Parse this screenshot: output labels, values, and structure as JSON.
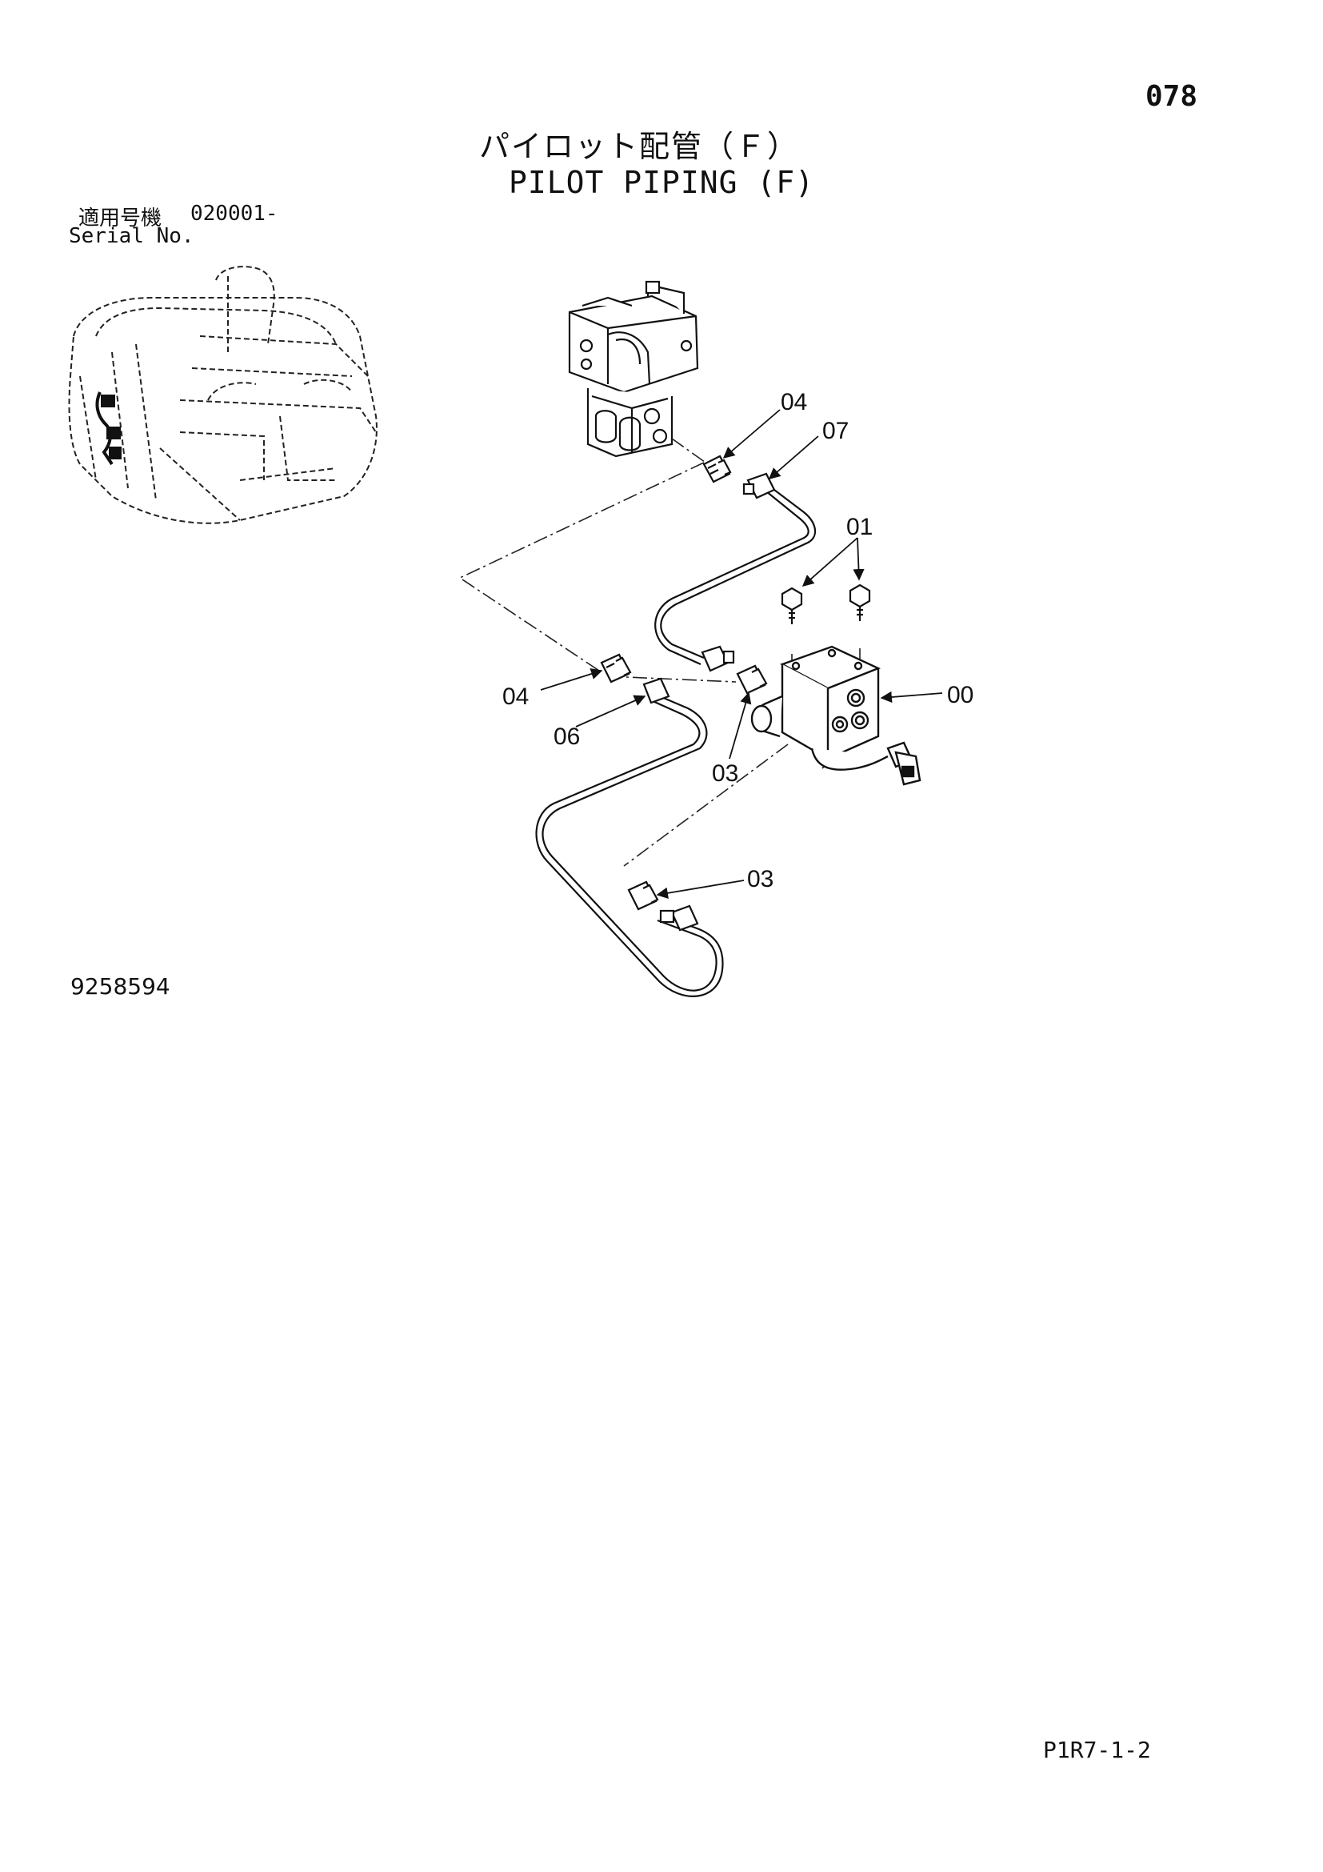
{
  "page": {
    "number": "078",
    "ref": "P1R7-1-2"
  },
  "title": {
    "ja": "パイロット配管（Ｆ）",
    "en": "PILOT PIPING (F)"
  },
  "serial": {
    "label_ja": "適用号機",
    "value": "020001-",
    "label_en": "Serial No."
  },
  "drawing_number": "9258594",
  "callouts": {
    "c04_top": "04",
    "c07": "07",
    "c01": "01",
    "c00": "00",
    "c04_left": "04",
    "c06": "06",
    "c03_mid": "03",
    "c03_bottom": "03"
  }
}
